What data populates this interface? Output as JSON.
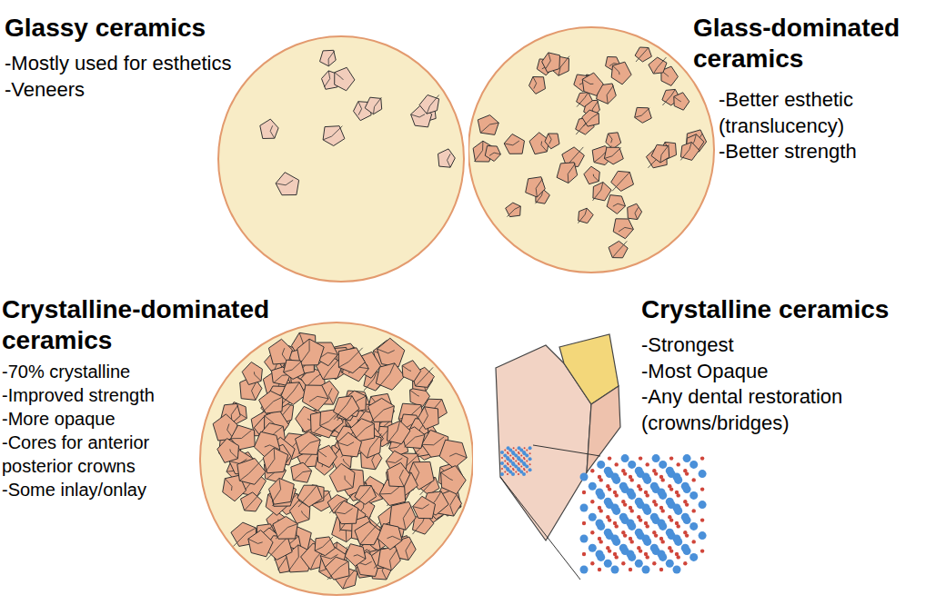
{
  "diagram": {
    "nodes": [
      {
        "text": [
          "Glassy ceramics",
          "-Mostly used for esthetics",
          "-Veneers"
        ]
      },
      {
        "text": [
          "Glass-dominated ceramics",
          "-Better esthetic (translucency)",
          "-Better strength"
        ]
      },
      {
        "text": [
          "Crystalline-dominated ceramics",
          "-70% crystalline",
          "-Improved strength",
          "-More opaque",
          "-Cores for anterior posterior crowns",
          "-Some inlay/onlay"
        ]
      },
      {
        "text": [
          "Crystalline ceramics",
          "-Strongest",
          "-Most Opaque",
          "-Any dental restoration (crowns/bridges)"
        ]
      }
    ]
  }
}
